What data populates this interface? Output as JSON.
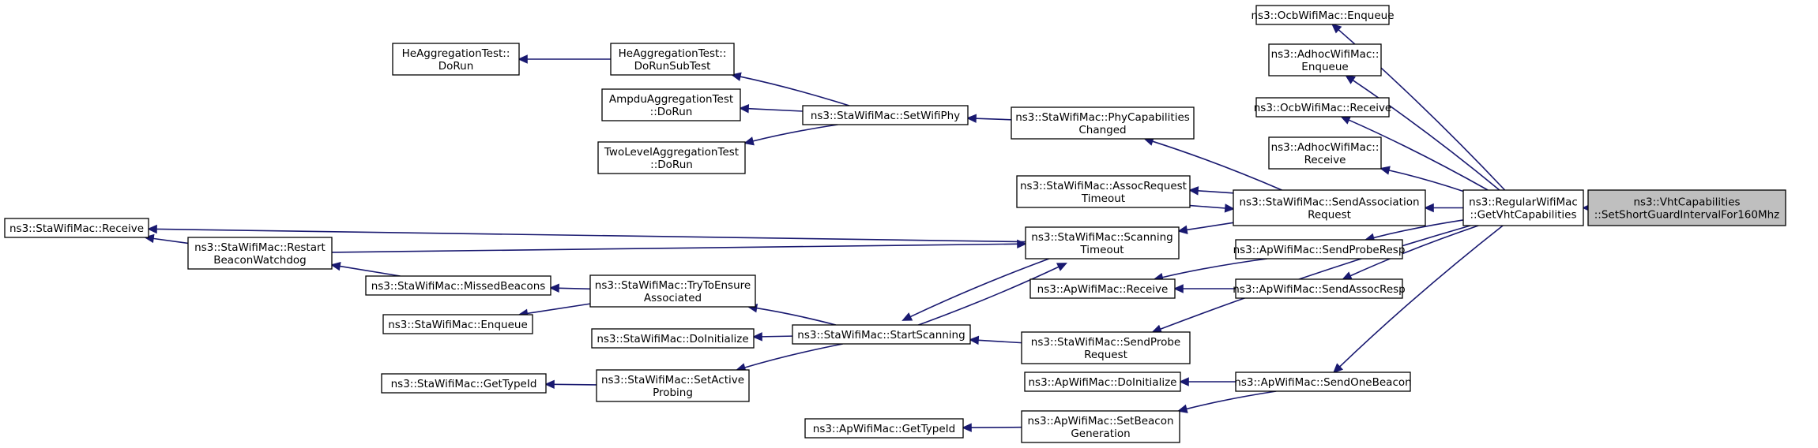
{
  "nodes": {
    "root": [
      "ns3::VhtCapabilities",
      "::SetShortGuardIntervalFor160Mhz"
    ],
    "getVht": [
      "ns3::RegularWifiMac",
      "::GetVhtCapabilities"
    ],
    "ocbEnq": [
      "ns3::OcbWifiMac::Enqueue"
    ],
    "adhocEnq": [
      "ns3::AdhocWifiMac::",
      "Enqueue"
    ],
    "ocbRecv": [
      "ns3::OcbWifiMac::Receive"
    ],
    "adhocRecv": [
      "ns3::AdhocWifiMac::",
      "Receive"
    ],
    "sendAssocReq": [
      "ns3::StaWifiMac::SendAssociation",
      "Request"
    ],
    "apProbeResp": [
      "ns3::ApWifiMac::SendProbeResp"
    ],
    "apAssocResp": [
      "ns3::ApWifiMac::SendAssocResp"
    ],
    "sendOneBeacon": [
      "ns3::ApWifiMac::SendOneBeacon"
    ],
    "sendProbeReq": [
      "ns3::StaWifiMac::SendProbe",
      "Request"
    ],
    "phyCap": [
      "ns3::StaWifiMac::PhyCapabilities",
      "Changed"
    ],
    "assocTimeout": [
      "ns3::StaWifiMac::AssocRequest",
      "Timeout"
    ],
    "scanTimeout": [
      "ns3::StaWifiMac::Scanning",
      "Timeout"
    ],
    "apRecv": [
      "ns3::ApWifiMac::Receive"
    ],
    "startScan": [
      "ns3::StaWifiMac::StartScanning"
    ],
    "apDoInit": [
      "ns3::ApWifiMac::DoInitialize"
    ],
    "setBeaconGen": [
      "ns3::ApWifiMac::SetBeacon",
      "Generation"
    ],
    "apGetTypeId": [
      "ns3::ApWifiMac::GetTypeId"
    ],
    "setWifiPhy": [
      "ns3::StaWifiMac::SetWifiPhy"
    ],
    "heSub": [
      "HeAggregationTest::",
      "DoRunSubTest"
    ],
    "heRun": [
      "HeAggregationTest::",
      "DoRun"
    ],
    "ampdu": [
      "AmpduAggregationTest",
      "::DoRun"
    ],
    "twoLevel": [
      "TwoLevelAggregationTest",
      "::DoRun"
    ],
    "staRecv": [
      "ns3::StaWifiMac::Receive"
    ],
    "restart": [
      "ns3::StaWifiMac::Restart",
      "BeaconWatchdog"
    ],
    "missed": [
      "ns3::StaWifiMac::MissedBeacons"
    ],
    "staEnq": [
      "ns3::StaWifiMac::Enqueue"
    ],
    "tryEnsure": [
      "ns3::StaWifiMac::TryToEnsure",
      "Associated"
    ],
    "staDoInit": [
      "ns3::StaWifiMac::DoInitialize"
    ],
    "setActive": [
      "ns3::StaWifiMac::SetActive",
      "Probing"
    ],
    "staGetTypeId": [
      "ns3::StaWifiMac::GetTypeId"
    ]
  },
  "edges": [
    [
      "getVht",
      "root"
    ],
    [
      "ocbEnq",
      "getVht"
    ],
    [
      "adhocEnq",
      "getVht"
    ],
    [
      "ocbRecv",
      "getVht"
    ],
    [
      "adhocRecv",
      "getVht"
    ],
    [
      "sendAssocReq",
      "getVht"
    ],
    [
      "apProbeResp",
      "getVht"
    ],
    [
      "apAssocResp",
      "getVht"
    ],
    [
      "sendOneBeacon",
      "getVht"
    ],
    [
      "sendProbeReq",
      "getVht"
    ],
    [
      "phyCap",
      "sendAssocReq"
    ],
    [
      "assocTimeout",
      "sendAssocReq"
    ],
    [
      "sendAssocReq",
      "assocTimeout"
    ],
    [
      "scanTimeout",
      "sendAssocReq"
    ],
    [
      "apRecv",
      "apProbeResp"
    ],
    [
      "apRecv",
      "apAssocResp"
    ],
    [
      "apDoInit",
      "sendOneBeacon"
    ],
    [
      "setBeaconGen",
      "sendOneBeacon"
    ],
    [
      "apGetTypeId",
      "setBeaconGen"
    ],
    [
      "startScan",
      "sendProbeReq"
    ],
    [
      "startScan",
      "scanTimeout"
    ],
    [
      "scanTimeout",
      "startScan"
    ],
    [
      "staRecv",
      "scanTimeout"
    ],
    [
      "scanTimeout",
      "restart"
    ],
    [
      "setWifiPhy",
      "phyCap"
    ],
    [
      "heSub",
      "setWifiPhy"
    ],
    [
      "heRun",
      "heSub"
    ],
    [
      "ampdu",
      "setWifiPhy"
    ],
    [
      "twoLevel",
      "setWifiPhy"
    ],
    [
      "staRecv",
      "restart"
    ],
    [
      "restart",
      "missed"
    ],
    [
      "missed",
      "tryEnsure"
    ],
    [
      "staEnq",
      "tryEnsure"
    ],
    [
      "tryEnsure",
      "startScan"
    ],
    [
      "staDoInit",
      "startScan"
    ],
    [
      "setActive",
      "startScan"
    ],
    [
      "staGetTypeId",
      "setActive"
    ]
  ],
  "colors": {
    "edge": "#191970",
    "root_fill": "#bfbfbf",
    "node_fill": "#ffffff",
    "node_border": "#000000"
  }
}
